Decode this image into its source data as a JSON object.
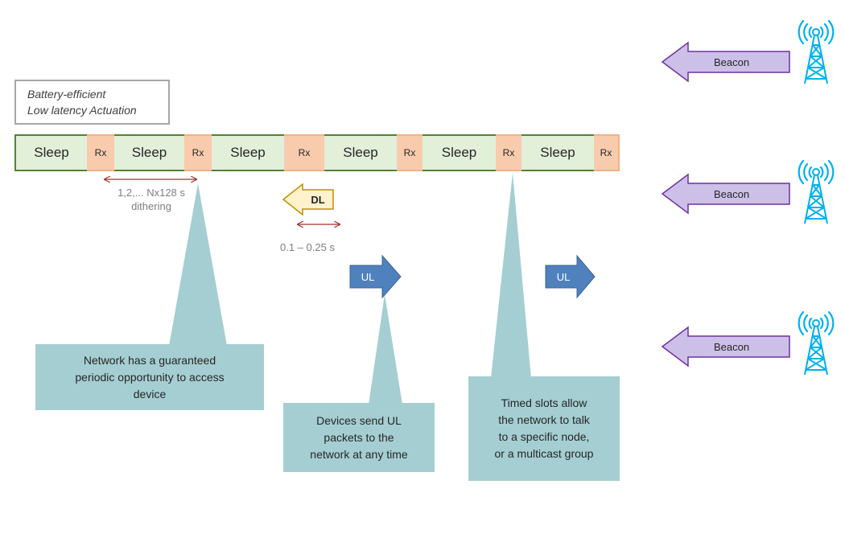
{
  "mode_box": {
    "line1": "Battery-efficient",
    "line2": "Low latency Actuation"
  },
  "timeline": [
    {
      "label": "Sleep",
      "kind": "sleep"
    },
    {
      "label": "Rx",
      "kind": "rx"
    },
    {
      "label": "Sleep",
      "kind": "sleep"
    },
    {
      "label": "Rx",
      "kind": "rx"
    },
    {
      "label": "Sleep",
      "kind": "sleep"
    },
    {
      "label": "Rx",
      "kind": "rx"
    },
    {
      "label": "Sleep",
      "kind": "sleep"
    },
    {
      "label": "Rx",
      "kind": "rx"
    },
    {
      "label": "Sleep",
      "kind": "sleep"
    },
    {
      "label": "Rx",
      "kind": "rx"
    },
    {
      "label": "Sleep",
      "kind": "sleep"
    },
    {
      "label": "Rx",
      "kind": "rx"
    }
  ],
  "dithering": {
    "line1": "1,2,... Nx128 s",
    "line2": "dithering"
  },
  "dl_window": "0.1 – 0.25 s",
  "arrows": {
    "dl": "DL",
    "ul1": "UL",
    "ul2": "UL"
  },
  "beacons": [
    "Beacon",
    "Beacon",
    "Beacon"
  ],
  "callouts": {
    "network": {
      "line1": "Network has a guaranteed",
      "line2": "periodic opportunity to access",
      "line3": "device"
    },
    "devices": {
      "line1": "Devices send UL",
      "line2": "packets to the",
      "line3": "network at any time"
    },
    "timed": {
      "line1": "Timed slots allow",
      "line2": "the network to talk",
      "line3": "to a specific node,",
      "line4": "or a multicast group"
    }
  },
  "colors": {
    "sleep_fill": "#e2efd9",
    "sleep_border": "#548235",
    "rx_fill": "#f8cbad",
    "rx_border": "#f4b183",
    "callout_fill": "#a5ced2",
    "ul_fill": "#4f81bd",
    "dl_fill": "#fff2cc",
    "dl_border": "#bf9000",
    "beacon_fill": "#ccc0e8",
    "beacon_border": "#7030a0",
    "tower": "#00b0f0",
    "dimension": "#a0302a"
  },
  "icons": {
    "tower": "radio-tower-icon"
  }
}
